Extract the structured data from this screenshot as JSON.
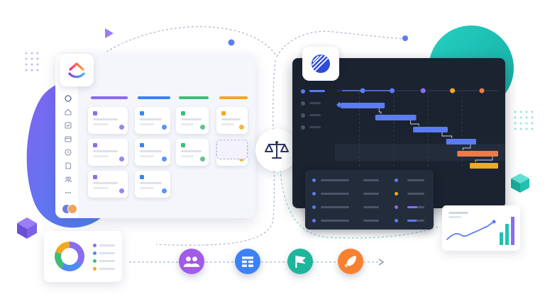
{
  "colors": {
    "purple": "#8a6cf0",
    "blue": "#4d8bf0",
    "green": "#3dbd78",
    "orange": "#f5a623",
    "teal": "#1fc3b3",
    "dark": "#1b2330",
    "gantt_blue": "#5b7cf2",
    "gantt_orange": "#f07a45"
  },
  "kanban": {
    "logo": "clickup-logo-icon",
    "columns": [
      {
        "accent": "#8a6cf0",
        "cards": 3
      },
      {
        "accent": "#3b82f6",
        "cards": 3
      },
      {
        "accent": "#3dbd78",
        "cards": 2
      },
      {
        "accent": "#f5a623",
        "cards": 2
      }
    ],
    "sidebar_icons": [
      "circle-icon",
      "home-icon",
      "check-square-icon",
      "calendar-icon",
      "clock-icon",
      "document-icon",
      "people-icon",
      "more-icon"
    ]
  },
  "gantt": {
    "logo": "linear-logo-icon",
    "bars": [
      {
        "start": 0.0,
        "end": 0.28,
        "color": "#5b7cf2"
      },
      {
        "start": 0.22,
        "end": 0.48,
        "color": "#5b7cf2"
      },
      {
        "start": 0.46,
        "end": 0.68,
        "color": "#5b7cf2"
      },
      {
        "start": 0.67,
        "end": 0.86,
        "color": "#5b7cf2"
      },
      {
        "start": 0.74,
        "end": 1.0,
        "color": "#f07a45"
      },
      {
        "start": 0.82,
        "end": 1.0,
        "color": "#f5a623"
      }
    ]
  },
  "compare_icon": "balance-scale-icon",
  "bottom_icons": [
    {
      "name": "team-icon",
      "color": "#a25ae8"
    },
    {
      "name": "grid-icon",
      "color": "#3b82f6"
    },
    {
      "name": "flag-icon",
      "color": "#1fb59b"
    },
    {
      "name": "rocket-icon",
      "color": "#f7812e"
    }
  ],
  "donut": [
    {
      "value": 35,
      "color": "#8a6cf0"
    },
    {
      "value": 25,
      "color": "#4d8bf0"
    },
    {
      "value": 20,
      "color": "#3dbd78"
    },
    {
      "value": 20,
      "color": "#f5a623"
    }
  ],
  "mini_chart_bars": [
    0.45,
    0.75,
    1.0
  ]
}
